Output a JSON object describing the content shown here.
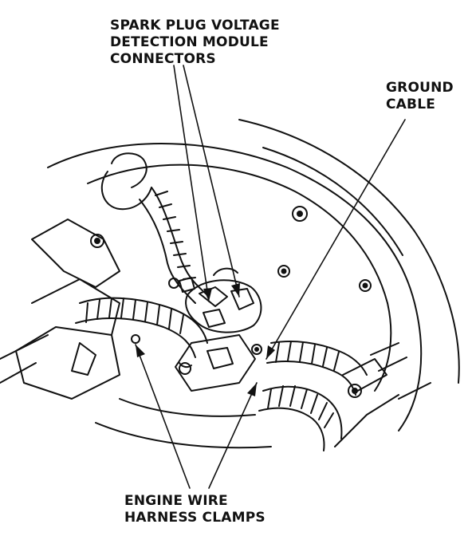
{
  "labels": {
    "spark_plug": {
      "lines": [
        "SPARK PLUG VOLTAGE",
        "DETECTION MODULE",
        "CONNECTORS"
      ]
    },
    "ground_cable": {
      "lines": [
        "GROUND",
        "CABLE"
      ]
    },
    "engine_clamps": {
      "lines": [
        "ENGINE WIRE",
        "HARNESS CLAMPS"
      ]
    }
  },
  "colors": {
    "ink": "#111111",
    "paper": "#ffffff"
  }
}
